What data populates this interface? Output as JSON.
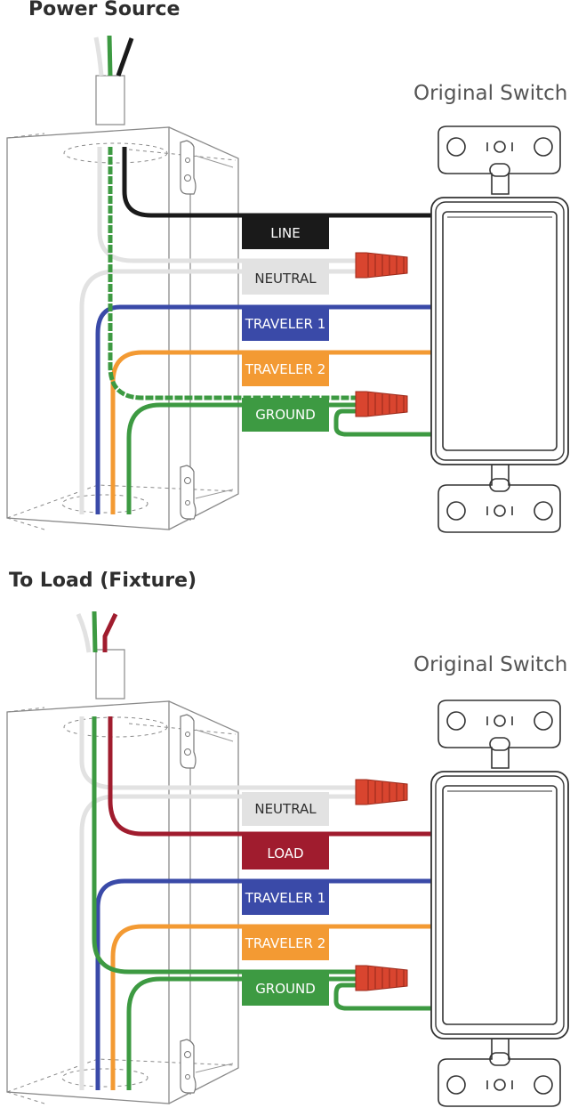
{
  "top": {
    "title": "Power Source",
    "switch_title": "Original Switch",
    "labels": {
      "line": "LINE",
      "neutral": "NEUTRAL",
      "traveler1": "TRAVELER 1",
      "traveler2": "TRAVELER 2",
      "ground": "GROUND"
    }
  },
  "bottom": {
    "title": "To Load (Fixture)",
    "switch_title": "Original Switch",
    "labels": {
      "neutral": "NEUTRAL",
      "load": "LOAD",
      "traveler1": "TRAVELER 1",
      "traveler2": "TRAVELER 2",
      "ground": "GROUND"
    }
  },
  "colors": {
    "line": "#1a1a1a",
    "neutral": "#e2e2e2",
    "load": "#a01c2e",
    "traveler1": "#3a4aa8",
    "traveler2": "#f39a33",
    "ground": "#3d9a42",
    "wire_nut": "#d9452f",
    "outline": "#333333"
  },
  "icons": [
    "wire-nut-icon",
    "electrical-box-icon",
    "switch-icon",
    "cable-icon"
  ]
}
